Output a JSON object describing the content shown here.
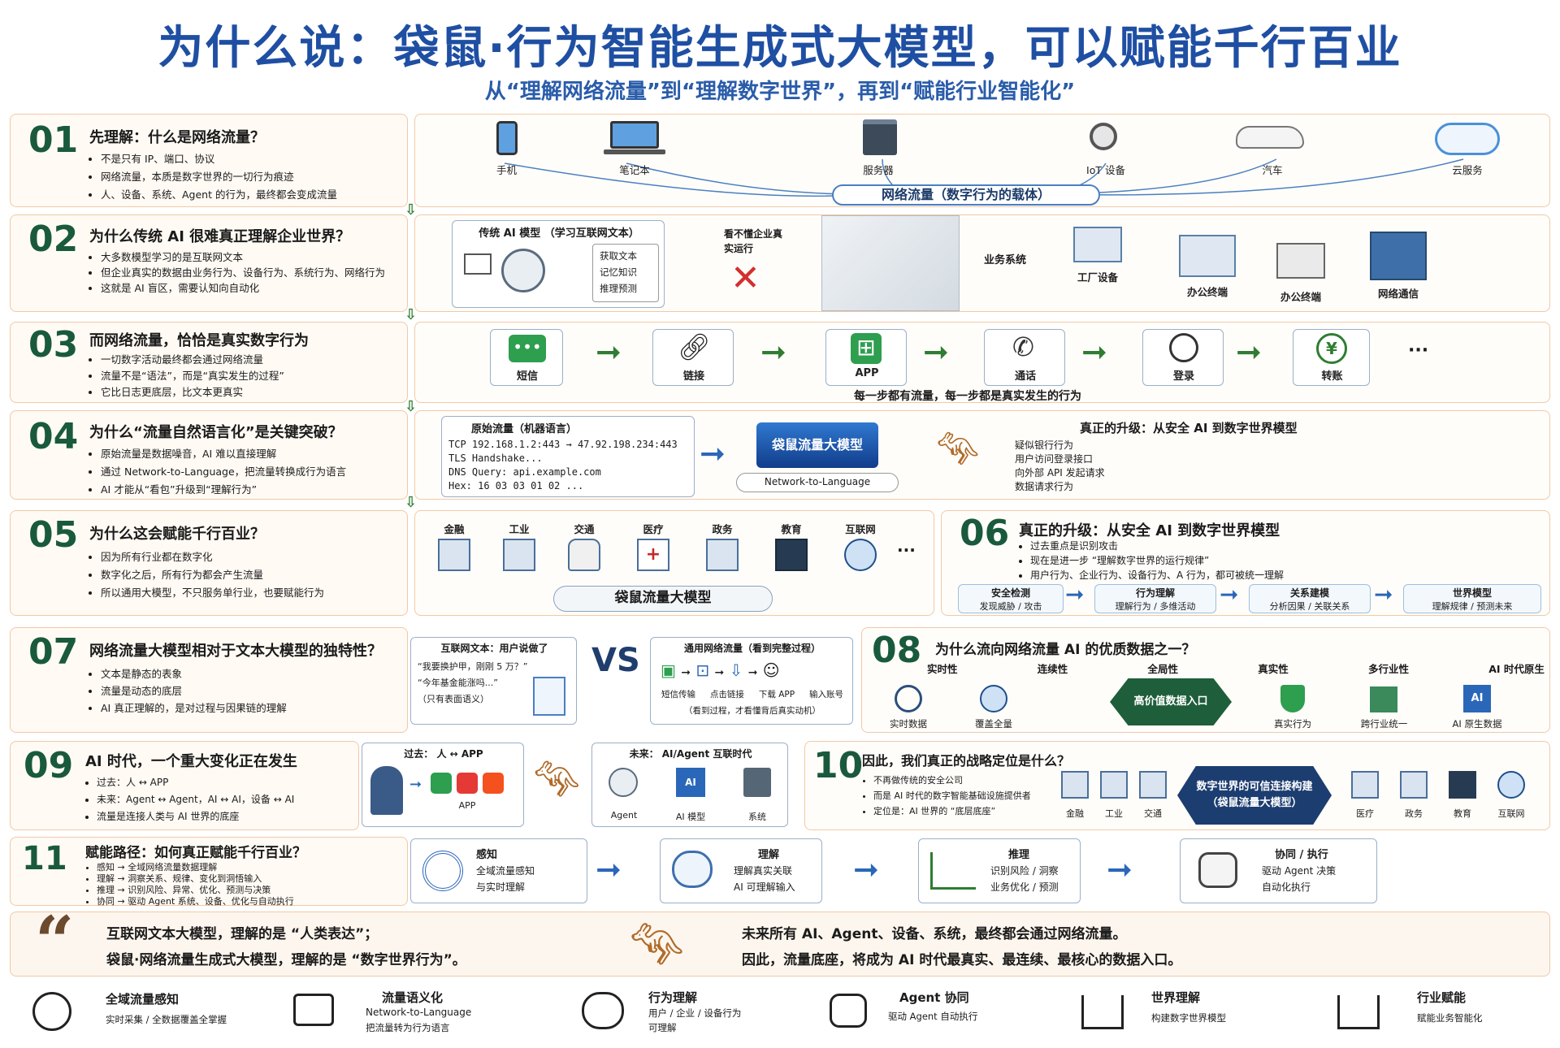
{
  "title": "为什么说：袋鼠·行为智能生成式大模型，可以赋能千行百业",
  "subtitle": "从“理解网络流量”到“理解数字世界”，再到“赋能行业智能化”",
  "s01": {
    "num": "01",
    "title": "先理解：什么是网络流量？",
    "bullets": [
      "不是只有 IP、端口、协议",
      "网络流量，本质是数字世界的一切行为痕迹",
      "人、设备、系统、Agent 的行为，最终都会变成流量"
    ],
    "devices": [
      "手机",
      "笔记本",
      "服务器",
      "IoT 设备",
      "汽车",
      "云服务"
    ],
    "carrier": "网络流量（数字行为的载体）"
  },
  "s02": {
    "num": "02",
    "title": "为什么传统 AI 很难真正理解企业世界？",
    "bullets": [
      "大多数模型学习的是互联网文本",
      "但企业真实的数据由业务行为、设备行为、系统行为、网络行为",
      "这就是 AI 盲区，需要认知向自动化"
    ],
    "model_title": "传统 AI 模型 （学习互联网文本）",
    "model_items": [
      "获取文本",
      "记忆知识",
      "推理预测"
    ],
    "cannot": "看不懂企业真实运行",
    "business": "业务系统",
    "factory": "工厂设备",
    "office1": "办公终端",
    "office2": "办公终端",
    "network": "网络通信"
  },
  "s03": {
    "num": "03",
    "title": "而网络流量，恰恰是真实数字行为",
    "bullets": [
      "一切数字活动最终都会通过网络流量",
      "流量不是“语法”，而是“真实发生的过程”",
      "它比日志更底层，比文本更真实"
    ],
    "steps": [
      "短信",
      "链接",
      "APP",
      "通话",
      "登录",
      "转账"
    ],
    "ellipsis": "···",
    "caption": "每一步都有流量，每一步都是真实发生的行为"
  },
  "s04": {
    "num": "04",
    "title": "为什么“流量自然语言化”是关键突破？",
    "bullets": [
      "原始流量是数据噪音，AI 难以直接理解",
      "通过 Network-to-Language，把流量转换成行为语言",
      "AI 才能从“看包”升级到“理解行为”"
    ],
    "raw_title": "原始流量（机器语言）",
    "raw_lines": [
      "TCP 192.168.1.2:443 → 47.92.198.234:443",
      "TLS Handshake...",
      "DNS Query: api.example.com",
      "Hex: 16 03 03 01 02 ..."
    ],
    "model": "袋鼠流量大模型",
    "n2l": "Network-to-Language",
    "upgrade_title": "真正的升级：从安全 AI 到数字世界模型",
    "upgrade_bullets": [
      "疑似银行行为",
      "用户访问登录接口",
      "向外部 API 发起请求",
      "数据请求行为"
    ]
  },
  "s05": {
    "num": "05",
    "title": "为什么这会赋能千行百业？",
    "bullets": [
      "因为所有行业都在数字化",
      "数字化之后，所有行为都会产生流量",
      "所以通用大模型，不只服务单行业，也要赋能行为"
    ],
    "industries": [
      "金融",
      "工业",
      "交通",
      "医疗",
      "政务",
      "教育",
      "互联网"
    ],
    "ellipsis": "···",
    "base": "袋鼠流量大模型"
  },
  "s06": {
    "num": "06",
    "title": "真正的升级：从安全 AI 到数字世界模型",
    "bullets": [
      "过去重点是识别攻击",
      "现在是进一步 “理解数字世界的运行规律”",
      "用户行为、企业行为、设备行为、A 行为，都可被统一理解"
    ],
    "stages": [
      {
        "t": "安全检测",
        "s": "发现威胁 / 攻击"
      },
      {
        "t": "行为理解",
        "s": "理解行为 / 多维活动"
      },
      {
        "t": "关系建模",
        "s": "分析因果 / 关联关系"
      },
      {
        "t": "世界模型",
        "s": "理解规律 / 预测未来"
      }
    ]
  },
  "s07": {
    "num": "07",
    "title": "网络流量大模型相对于文本大模型的独特性？",
    "bullets": [
      "文本是静态的表象",
      "流量是动态的底层",
      "AI 真正理解的，是对过程与因果链的理解"
    ],
    "text_title": "互联网文本：用户说做了",
    "text_lines": [
      "“我要换护甲，刚刚 5 万？”",
      "“今年基金能涨吗...”",
      "（只有表面语义）"
    ],
    "vs": "VS",
    "flow_title": "通用网络流量（看到完整过程）",
    "flow_steps": [
      "短信传输",
      "点击链接",
      "下载 APP",
      "输入账号"
    ],
    "flow_note": "（看到过程，才看懂背后真实动机）"
  },
  "s08": {
    "num": "08",
    "title": "为什么流向网络流量 AI 的优质数据之一？",
    "top_labels": [
      "实时性",
      "连续性",
      "全局性",
      "真实性",
      "多行业性",
      "AI 时代原生"
    ],
    "bottom_labels": [
      "实时数据",
      "覆盖全量",
      "真实行为",
      "跨行业统一",
      "AI 原生数据"
    ],
    "center": "高价值数据入口"
  },
  "s09": {
    "num": "09",
    "title": "AI 时代，一个重大变化正在发生",
    "bullets": [
      "过去：人 ↔ APP",
      "未来：Agent ↔ Agent，AI ↔ AI，设备 ↔ AI",
      "流量是连接人类与 AI 世界的底座"
    ],
    "past_title": "过去： 人 ↔ APP",
    "past_label": "APP",
    "future_title": "未来： AI/Agent 互联时代",
    "future_labels": [
      "Agent",
      "AI 模型",
      "系统"
    ]
  },
  "s10": {
    "num": "10",
    "title": "因此，我们真正的战略定位是什么？",
    "bullets": [
      "不再做传统的安全公司",
      "而是 AI 时代的数字智能基础设施提供者",
      "定位是：AI 世界的 “底层底座”"
    ],
    "center": "数字世界的可信连接构建（袋鼠流量大模型）",
    "left_inds": [
      "金融",
      "工业",
      "交通"
    ],
    "right_inds": [
      "医疗",
      "政务",
      "教育",
      "互联网"
    ]
  },
  "s11": {
    "num": "11",
    "title": "赋能路径：如何真正赋能千行百业？",
    "bullets": [
      "感知 → 全域网络流量数据理解",
      "理解 → 洞察关系、规律、变化到洞悟输入",
      "推理 → 识别风险、异常、优化、预测与决策",
      "协同 → 驱动 Agent 系统、设备、优化与自动执行"
    ],
    "steps": [
      {
        "t": "感知",
        "l1": "全域流量感知",
        "l2": "与实时理解"
      },
      {
        "t": "理解",
        "l1": "理解真实关联",
        "l2": "AI 可理解输入"
      },
      {
        "t": "推理",
        "l1": "识别风险 / 洞察",
        "l2": "业务优化 / 预测"
      },
      {
        "t": "协同 / 执行",
        "l1": "驱动 Agent 决策",
        "l2": "自动化执行"
      }
    ]
  },
  "quote": {
    "left1a": "互联网文本大模型，理解的是 ",
    "left1b": "“人类表达”；",
    "left2a": "袋鼠·网络流量生成式大模型，理解的是 ",
    "left2b": "“数字世界行为”。",
    "right1": "未来所有 AI、Agent、设备、系统，最终都会通过网络流量。",
    "right2": "因此，流量底座，将成为 AI 时代最真实、最连续、最核心的数据入口。"
  },
  "bottom": [
    {
      "t": "全域流量感知",
      "s": "实时采集 / 全数据覆盖全掌握"
    },
    {
      "t": "流量语义化",
      "s": "Network-to-Language",
      "s2": "把流量转为行为语言"
    },
    {
      "t": "行为理解",
      "s": "用户 / 企业 / 设备行为",
      "s2": "可理解"
    },
    {
      "t": "Agent 协同",
      "s": "驱动 Agent 自动执行"
    },
    {
      "t": "世界理解",
      "s": "构建数字世界模型"
    },
    {
      "t": "行业赋能",
      "s": "赋能业务智能化"
    }
  ],
  "colors": {
    "title_blue": "#1f4fa3",
    "green": "#1a5a3c",
    "border": "#f1c9a5",
    "arrow_blue": "#2b67b8",
    "red": "#d32f2f"
  }
}
